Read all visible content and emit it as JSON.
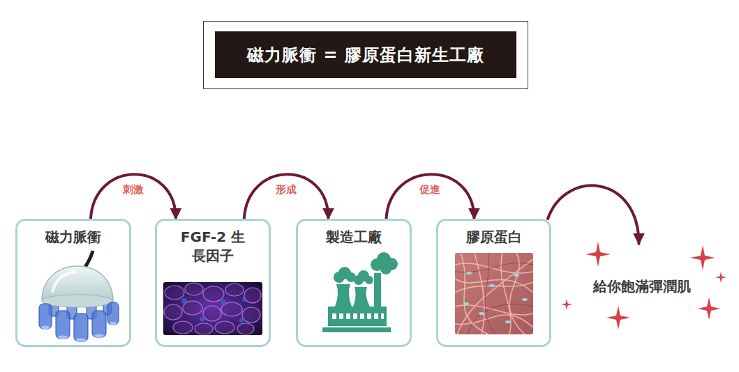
{
  "diagram": {
    "title": "磁力脈衝 = 膠原蛋白新生工廠",
    "nodes": [
      {
        "text": [
          "磁力脈衝"
        ]
      },
      {
        "text": [
          "FGF-2 生長因子"
        ]
      },
      {
        "text": [
          "製造工廠"
        ]
      },
      {
        "text": [
          "膠原蛋白"
        ]
      },
      {
        "text": [
          "給你飽滿彈潤肌"
        ]
      }
    ],
    "edges": [
      {
        "from": 0,
        "to": 1,
        "arrow": "to",
        "label": "刺激"
      },
      {
        "from": 1,
        "to": 2,
        "arrow": "to",
        "label": "形成"
      },
      {
        "from": 2,
        "to": 3,
        "arrow": "to",
        "label": "促進"
      },
      {
        "from": 3,
        "to": 4,
        "arrow": "to"
      }
    ]
  }
}
